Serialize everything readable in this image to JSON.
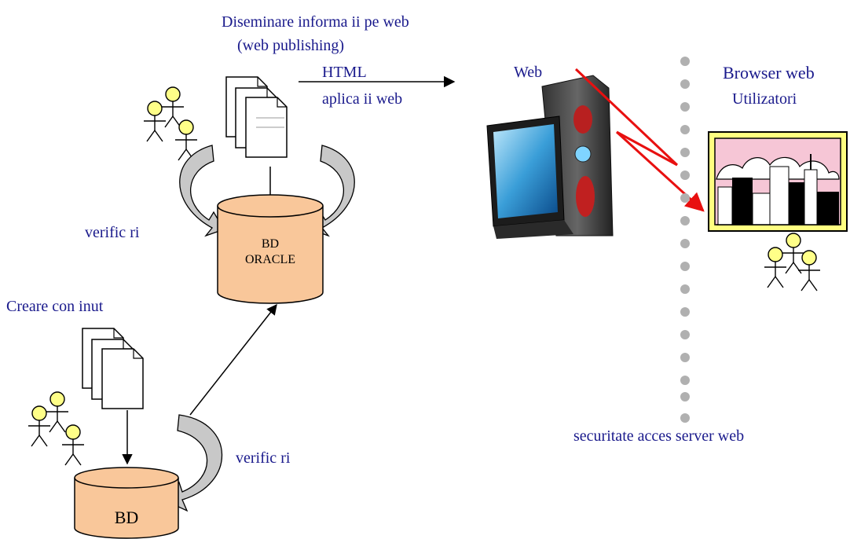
{
  "labels": {
    "publishing_title": "Diseminare informa ii pe web",
    "publishing_subtitle": "(web publishing)",
    "html": "HTML",
    "web_apps": "aplica ii web",
    "web": "Web",
    "browser_web": "Browser web",
    "users": "Utilizatori",
    "checks_top": "verific ri",
    "checks_bottom": "verific ri",
    "content_creation": "Creare con inut",
    "security": "securitate acces server web"
  },
  "databases": {
    "oracle_line1": "BD",
    "oracle_line2": "ORACLE",
    "local": "BD"
  },
  "colors": {
    "label_text": "#1a1a8c",
    "db_fill": "#f9c79a",
    "actor": "#ffff88",
    "curved_arrow": "#c8c8c8",
    "lightning": "#e81010",
    "separator_dot": "#b0b0b0",
    "browser_sky": "#f6c6d6"
  },
  "icons": [
    "stick-figure-icon",
    "document-stack-icon",
    "database-cylinder-icon",
    "computer-monitor-icon",
    "browser-city-icon",
    "curved-arrow-icon",
    "lightning-arrow-icon"
  ]
}
